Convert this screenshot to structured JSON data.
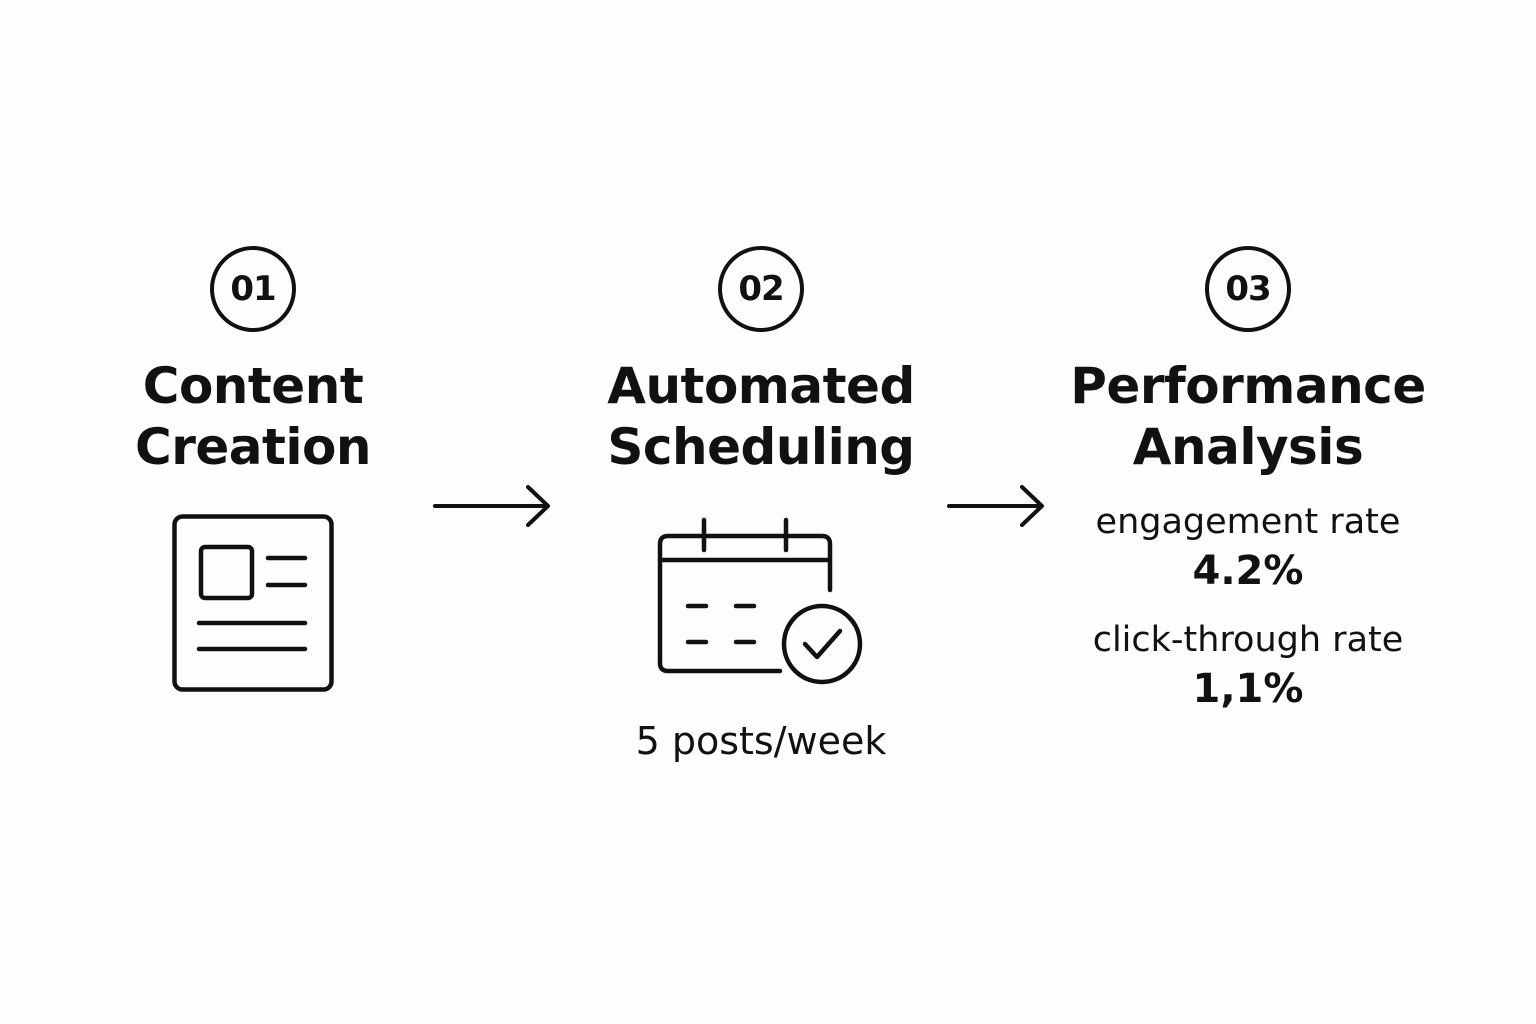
{
  "steps": [
    {
      "number": "01",
      "title_line1": "Content",
      "title_line2": "Creation",
      "icon": "document-icon"
    },
    {
      "number": "02",
      "title_line1": "Automated",
      "title_line2": "Scheduling",
      "icon": "calendar-check-icon",
      "caption": "5 posts/week"
    },
    {
      "number": "03",
      "title_line1": "Performance",
      "title_line2": "Analysis",
      "metrics": [
        {
          "label": "engagement rate",
          "value": "4.2%"
        },
        {
          "label": "click-through rate",
          "value": "1,1%"
        }
      ]
    }
  ],
  "connectors": [
    "arrow-right-icon",
    "arrow-right-icon"
  ],
  "colors": {
    "background": "#fdfdfb",
    "foreground": "#111111"
  }
}
